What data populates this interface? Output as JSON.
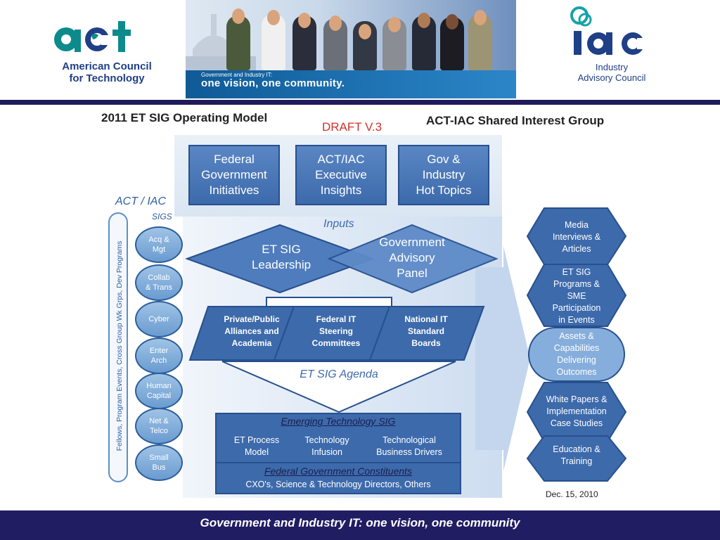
{
  "header": {
    "act_logo_text": "act",
    "act_name_line1": "American Council",
    "act_name_line2": "for Technology",
    "banner_small": "Government and Industry IT:",
    "banner_large": "one vision, one community.",
    "iac_logo_text": "iac",
    "iac_name_line1": "Industry",
    "iac_name_line2": "Advisory Council"
  },
  "slide": {
    "title": "2011 ET SIG Operating Model",
    "draft": "DRAFT V.3",
    "subtitle": "ACT-IAC Shared Interest Group",
    "date": "Dec. 15, 2010"
  },
  "top_boxes": [
    {
      "l1": "Federal",
      "l2": "Government",
      "l3": "Initiatives"
    },
    {
      "l1": "ACT/IAC",
      "l2": "Executive",
      "l3": "Insights"
    },
    {
      "l1": "Gov &",
      "l2": "Industry",
      "l3": "Hot Topics"
    }
  ],
  "inputs_label": "Inputs",
  "left_panel": {
    "title": "ACT / IAC",
    "sigs_label": "SIGS",
    "vertical_text": "Fellows, Program Events, Cross Group Wk Grps, Dev Programs",
    "sigs": [
      {
        "l1": "Acq &",
        "l2": "Mgt"
      },
      {
        "l1": "Collab",
        "l2": "& Trans"
      },
      {
        "l1": "Cyber",
        "l2": ""
      },
      {
        "l1": "Enter",
        "l2": "Arch"
      },
      {
        "l1": "Human",
        "l2": "Capital"
      },
      {
        "l1": "Net &",
        "l2": "Telco"
      },
      {
        "l1": "Small",
        "l2": "Bus"
      }
    ]
  },
  "diamonds": {
    "leadership_l1": "ET SIG",
    "leadership_l2": "Leadership",
    "advisory_l1": "Government",
    "advisory_l2": "Advisory",
    "advisory_l3": "Panel"
  },
  "middle_row": [
    {
      "l1": "Private/Public",
      "l2": "Alliances and",
      "l3": "Academia"
    },
    {
      "l1": "Federal IT",
      "l2": "Steering",
      "l3": "Committees"
    },
    {
      "l1": "National IT",
      "l2": "Standard",
      "l3": "Boards"
    }
  ],
  "agenda_label": "ET SIG Agenda",
  "et_sig_box": {
    "heading": "Emerging Technology SIG",
    "items": [
      {
        "l1": "ET Process",
        "l2": "Model"
      },
      {
        "l1": "Technology",
        "l2": "Infusion"
      },
      {
        "l1": "Technological",
        "l2": "Business Drivers"
      }
    ],
    "constituents_heading": "Federal Government Constituents",
    "constituents_text": "CXO's, Science & Technology Directors, Others"
  },
  "outputs": [
    {
      "l1": "Media",
      "l2": "Interviews &",
      "l3": "Articles",
      "l4": "",
      "l5": ""
    },
    {
      "l1": "ET SIG",
      "l2": "Programs &",
      "l3": "SME",
      "l4": "Participation",
      "l5": "in Events"
    },
    {
      "l1": "Assets &",
      "l2": "Capabilities",
      "l3": "Delivering",
      "l4": "Outcomes",
      "l5": ""
    },
    {
      "l1": "White Papers &",
      "l2": "Implementation",
      "l3": "Case Studies",
      "l4": "",
      "l5": ""
    },
    {
      "l1": "Education &",
      "l2": "Training",
      "l3": "",
      "l4": "",
      "l5": ""
    }
  ],
  "footer": {
    "text": "Government and Industry IT: one vision, one community"
  },
  "colors": {
    "navy": "#211d63",
    "box_blue": "#3d6aab",
    "light_blue": "#9fc3e6",
    "draft_red": "#d0312d"
  }
}
